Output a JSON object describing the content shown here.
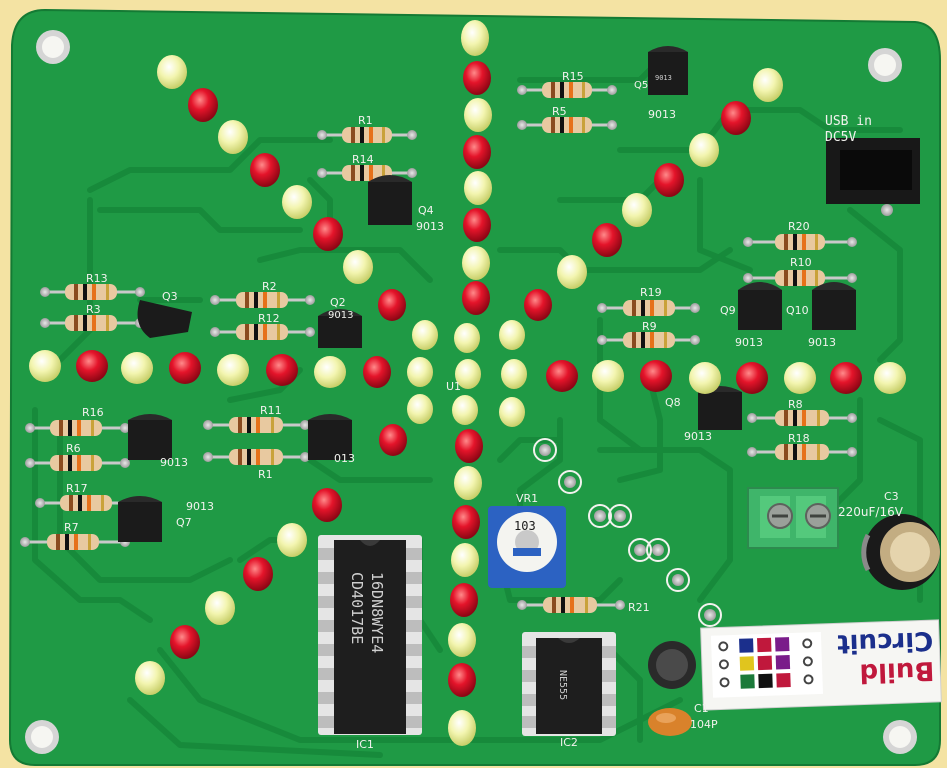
{
  "scene": {
    "subject": "green printed circuit board with LEDs, resistors, transistors and ICs",
    "board_color": "#1f9a45",
    "trace_color": "#178a3b",
    "background_color": "#f4e3a3",
    "led_red_color": "#e4142a",
    "led_yellow_color": "#f3f5b0"
  },
  "labels": {
    "r15": "R15",
    "r5": "R5",
    "q5": "Q5",
    "q5_part": "9013",
    "r1": "R1",
    "r14": "R14",
    "q4": "Q4",
    "q4_part": "9013",
    "usb": "USB in",
    "dc5v": "DC5V",
    "r20": "R20",
    "r10": "R10",
    "q9": "Q9",
    "q10": "Q10",
    "q9_part": "9013",
    "q10_part": "9013",
    "r13": "R13",
    "r3": "R3",
    "q3": "Q3",
    "r2": "R2",
    "r12": "R12",
    "q2": "Q2",
    "q2_part": "9013",
    "r19": "R19",
    "r9": "R9",
    "r16": "R16",
    "r6": "R6",
    "r17": "R17",
    "r7": "R7",
    "q6_part": "9013",
    "q7_part": "9013",
    "q7": "Q7",
    "r11": "R11",
    "r1b": "R1",
    "q1_part": "013",
    "q8": "Q8",
    "q8_part": "9013",
    "r8": "R8",
    "r18": "R18",
    "u1": "U1",
    "c3": "C3",
    "c3_value": "220uF/16V",
    "vr1": "VR1",
    "vr1_value": "103",
    "r21": "R21",
    "ic1": "IC1",
    "ic2": "IC2",
    "c1": "C1",
    "c1_value": "104P",
    "ic1_marking_1": "16DN8WYE4",
    "ic1_marking_2": "CD4017BE",
    "ic2_marking": "NE555"
  },
  "logo": {
    "line1": "Circuit",
    "line2": "Build"
  }
}
